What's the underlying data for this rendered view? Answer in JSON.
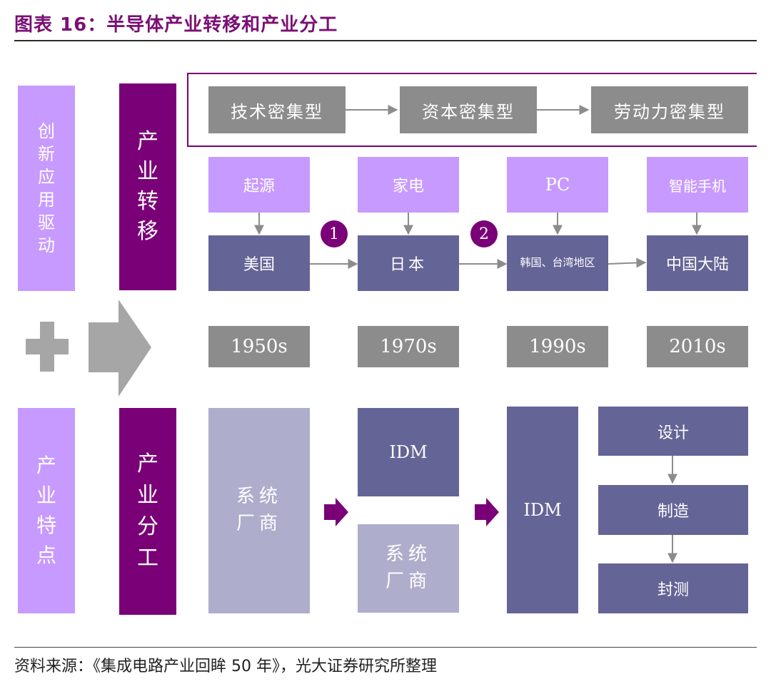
{
  "title": "图表 16：半导体产业转移和产业分工",
  "left_labels": {
    "innovation": [
      "创",
      "新",
      "应",
      "用",
      "驱",
      "动"
    ],
    "industry_feature": [
      "产",
      "业",
      "特",
      "点"
    ],
    "industry_transfer": [
      "产",
      "业",
      "转",
      "移"
    ],
    "industry_division": [
      "产",
      "业",
      "分",
      "工"
    ]
  },
  "intensity_stages": [
    "技术密集型",
    "资本密集型",
    "劳动力密集型"
  ],
  "drivers": [
    "起源",
    "家电",
    "PC",
    "智能手机"
  ],
  "regions": [
    "美国",
    "日本",
    "韩国、台湾地区",
    "中国大陆"
  ],
  "markers": [
    "1",
    "2"
  ],
  "years": [
    "1950s",
    "1970s",
    "1990s",
    "2010s"
  ],
  "division": {
    "stage1": "系统厂商",
    "stage2_top": "IDM",
    "stage2_bottom": "系统厂商",
    "stage3_left": "IDM",
    "stage3_steps": [
      "设计",
      "制造",
      "封测"
    ]
  },
  "source": "资料来源：《集成电路产业回眸 50 年》，光大证券研究所整理",
  "colors": {
    "title": "#7b0f75",
    "lavender": "#c79aff",
    "deep_purple": "#7a0077",
    "gray": "#8c8c8c",
    "slate": "#656496",
    "pale": "#aeadcb",
    "arrow_gray": "#a6a6a6"
  }
}
